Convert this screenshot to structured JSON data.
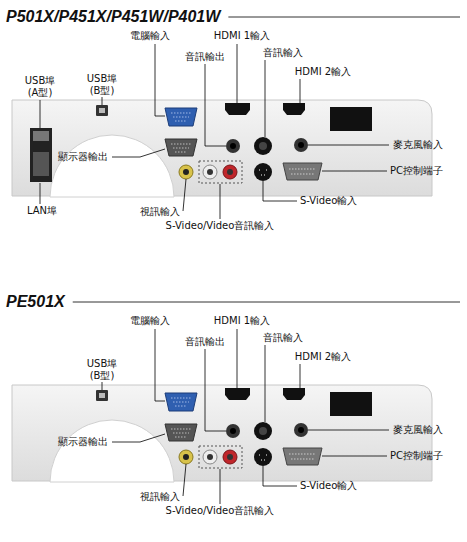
{
  "diagram": {
    "labels": [
      "P501X/P451X/P451W/P401W",
      "電腦輸入",
      "HDMI 1輸入",
      "USB埠 (A型)",
      "USB埠 (B型)",
      "音訊輸入",
      "音訊輸出",
      "HDMI 2輸入",
      "麥克風輸入",
      "顯示器輸出",
      "PC控制端子",
      "LAN埠",
      "S-Video輸入",
      "視訊輸入",
      "S-Video/Video音訊輸入",
      "PE501X",
      "電腦輸入",
      "HDMI 1輸入",
      "USB埠 (B型)",
      "音訊輸入",
      "音訊輸出",
      "HDMI 2輸入",
      "麥克風輸入",
      "顯示器輸出",
      "PC控制端子",
      "S-Video輸入",
      "視訊輸入",
      "S-Video/Video音訊輸入"
    ]
  }
}
